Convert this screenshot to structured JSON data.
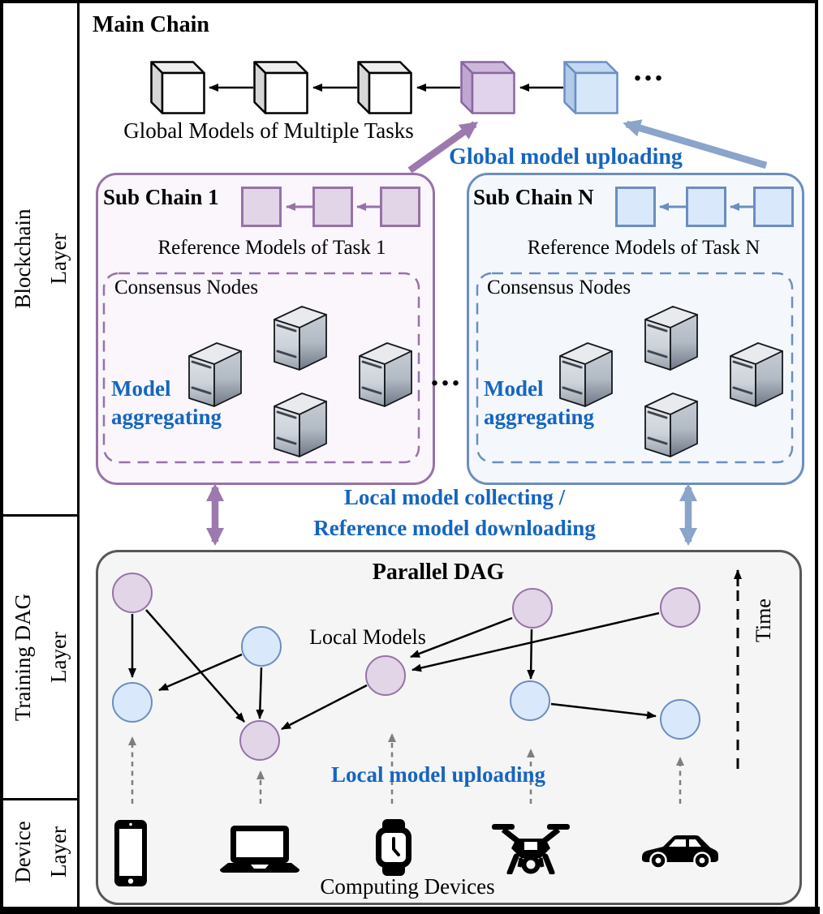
{
  "colors": {
    "purple_stroke": "#9673a6",
    "purple_fill": "#e1d5e7",
    "blue_stroke": "#6c8ebf",
    "blue_fill": "#dae8fc",
    "label_blue": "#1565c0",
    "dag_background": "#f5f5f5"
  },
  "sidebar": {
    "layers": [
      {
        "line1": "Blockchain",
        "line2": "Layer"
      },
      {
        "line1": "Training DAG",
        "line2": "Layer"
      },
      {
        "line1": "Device",
        "line2": "Layer"
      }
    ]
  },
  "main_chain": {
    "title": "Main Chain",
    "caption": "Global Models of Multiple Tasks",
    "ellipsis": "...",
    "upload_label": "Global model uploading"
  },
  "sub_chain_1": {
    "title": "Sub Chain 1",
    "caption": "Reference Models of Task 1",
    "consensus_label": "Consensus Nodes",
    "aggregating_line1": "Model",
    "aggregating_line2": "aggregating"
  },
  "sub_chain_n": {
    "title": "Sub Chain N",
    "caption": "Reference Models of Task N",
    "consensus_label": "Consensus Nodes",
    "aggregating_line1": "Model",
    "aggregating_line2": "aggregating"
  },
  "interlayer": {
    "ellipsis": "...",
    "collect_line1": "Local model collecting /",
    "collect_line2": "Reference model downloading"
  },
  "dag": {
    "title": "Parallel DAG",
    "local_models_label": "Local Models",
    "upload_label": "Local model uploading",
    "time_label": "Time"
  },
  "devices": {
    "caption": "Computing Devices",
    "items": [
      "tablet",
      "laptop",
      "smartwatch",
      "drone",
      "car"
    ]
  }
}
